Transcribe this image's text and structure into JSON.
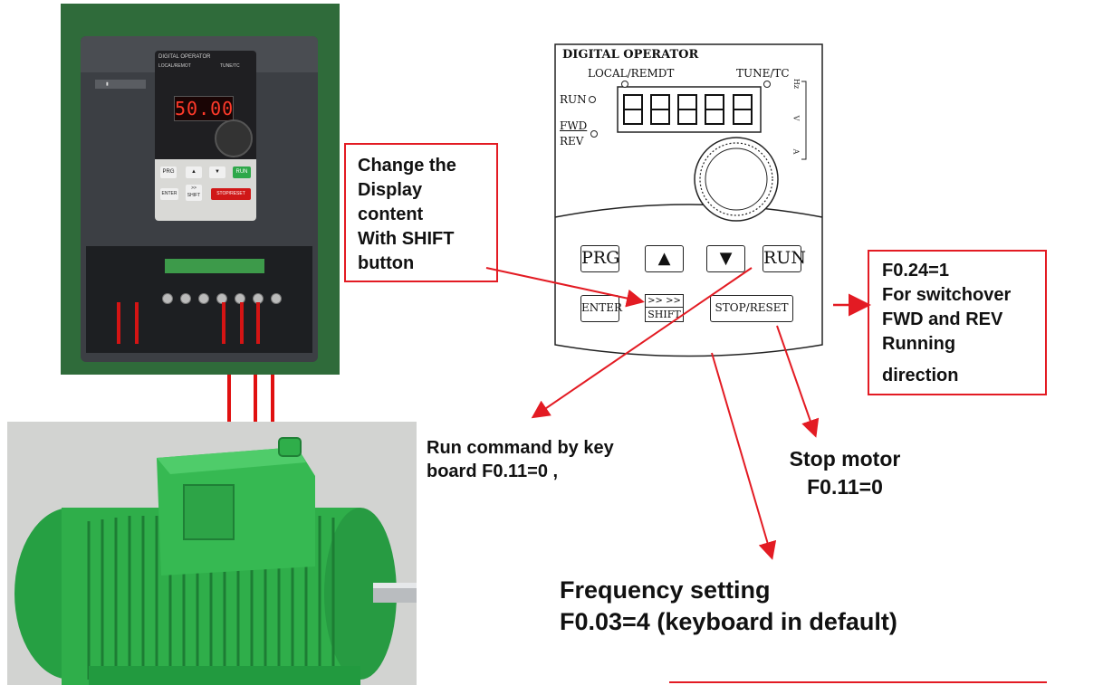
{
  "photo": {
    "inverter_display_value": "50.00",
    "inverter_panel_title": "DIGITAL OPERATOR",
    "inverter_panel_local": "LOCAL/REMOT",
    "inverter_panel_tune": "TUNE/TC",
    "inverter_buttons": [
      "PRG",
      "▲",
      "▼",
      "RUN",
      "ENTER",
      ">>\nSHIFT",
      "STOP/RESET"
    ]
  },
  "operator_panel": {
    "title": "DIGITAL OPERATOR",
    "local_remote_label": "LOCAL/REMDT",
    "tune_label": "TUNE/TC",
    "run_label": "RUN",
    "fwd_label": "FWD",
    "rev_label": "REV",
    "side_labels": [
      "Hz",
      "V",
      "A"
    ],
    "buttons": {
      "prg": "PRG",
      "up": "▲",
      "down": "▼",
      "run": "RUN",
      "enter": "ENTER",
      "shift_arrows": ">> >>",
      "shift": "SHIFT",
      "stop_reset": "STOP/RESET"
    }
  },
  "annotations": {
    "shift_callout": "Change the\nDisplay\ncontent\nWith SHIFT\nbutton",
    "direction_callout_line1": "F0.24=1\nFor switchover\nFWD and REV\nRunning",
    "direction_callout_line2": "direction",
    "run_command": "Run command by key\nboard F0.11=0 ,",
    "stop_motor": "Stop motor\nF0.11=0",
    "frequency_setting": "Frequency setting\nF0.03=4 (keyboard in default)"
  },
  "colors": {
    "accent_red": "#e31b23",
    "motor_green": "#2fae4a"
  }
}
